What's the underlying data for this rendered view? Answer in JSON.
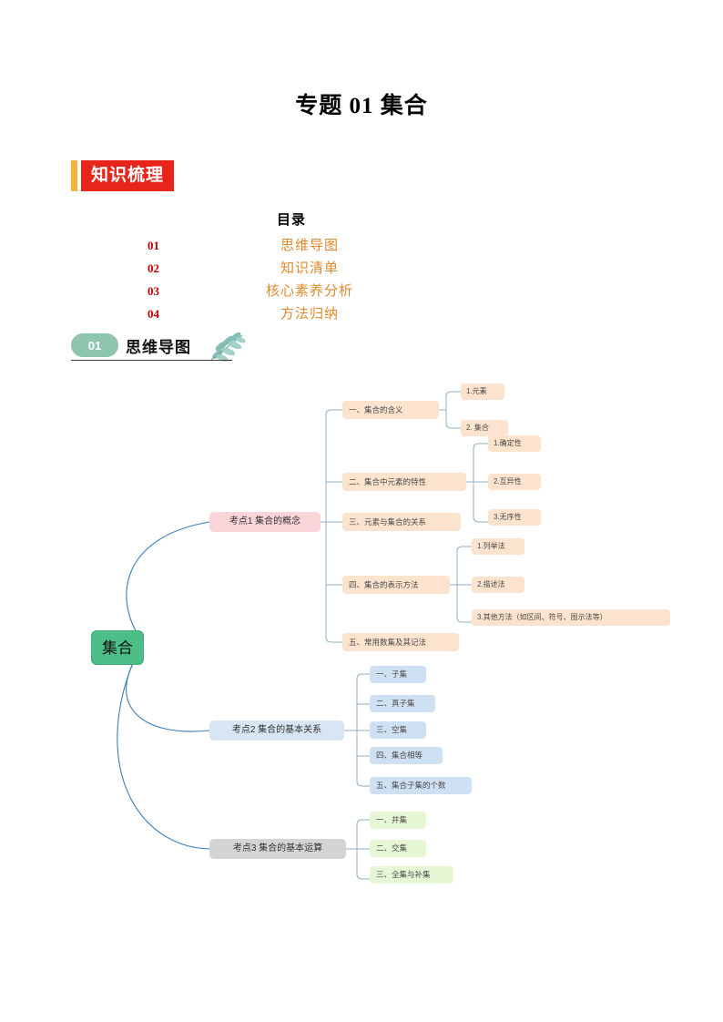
{
  "document": {
    "title": "专题 01  集合"
  },
  "badge": {
    "label": "知识梳理",
    "bar_color": "#F2B33D",
    "box_color": "#E8251B",
    "text_color": "#FFFFFF"
  },
  "toc": {
    "heading": "目录",
    "num_color": "#C00000",
    "label_color": "#E0892F",
    "rows": [
      {
        "num": "01",
        "label": "思维导图"
      },
      {
        "num": "02",
        "label": "知识清单"
      },
      {
        "num": "03",
        "label": "核心素养分析"
      },
      {
        "num": "04",
        "label": "方法归纳"
      }
    ]
  },
  "section": {
    "number": "01",
    "title": "思维导图",
    "pill_color": "#8FC5AE",
    "leaf_icon": "leaf-branch-icon"
  },
  "mindmap": {
    "root": {
      "label": "集合",
      "color": "#4DBE87"
    },
    "connector_color": "#3A7FB5",
    "branches": [
      {
        "label": "考点1 集合的概念",
        "color": "#F9D4D8",
        "children": [
          {
            "label": "一、集合的含义",
            "color": "#FCE3CD",
            "children": [
              {
                "label": "1.元素"
              },
              {
                "label": "2. 集合"
              }
            ]
          },
          {
            "label": "二、集合中元素的特性",
            "color": "#FCE3CD",
            "children": [
              {
                "label": "1.确定性"
              },
              {
                "label": "2.互异性"
              },
              {
                "label": "3.无序性"
              }
            ]
          },
          {
            "label": "三、元素与集合的关系",
            "color": "#FCE3CD",
            "children": []
          },
          {
            "label": "四、集合的表示方法",
            "color": "#FCE3CD",
            "children": [
              {
                "label": "1.列举法"
              },
              {
                "label": "2.描述法"
              },
              {
                "label": "3.其他方法（如区间、符号、图示法等）"
              }
            ]
          },
          {
            "label": "五、常用数集及其记法",
            "color": "#FCE3CD",
            "children": []
          }
        ]
      },
      {
        "label": "考点2 集合的基本关系",
        "color": "#D8E5F5",
        "children": [
          {
            "label": "一、子集",
            "color": "#CFE0F2",
            "children": []
          },
          {
            "label": "二、真子集",
            "color": "#CFE0F2",
            "children": []
          },
          {
            "label": "三、空集",
            "color": "#CFE0F2",
            "children": []
          },
          {
            "label": "四、集合相等",
            "color": "#CFE0F2",
            "children": []
          },
          {
            "label": "五、集合子集的个数",
            "color": "#CFE0F2",
            "children": []
          }
        ]
      },
      {
        "label": "考点3 集合的基本运算",
        "color": "#D4D4D4",
        "children": [
          {
            "label": "一、并集",
            "color": "#E7F6D5",
            "children": []
          },
          {
            "label": "二、交集",
            "color": "#E7F6D5",
            "children": []
          },
          {
            "label": "三、全集与补集",
            "color": "#E7F6D5",
            "children": []
          }
        ]
      }
    ]
  }
}
